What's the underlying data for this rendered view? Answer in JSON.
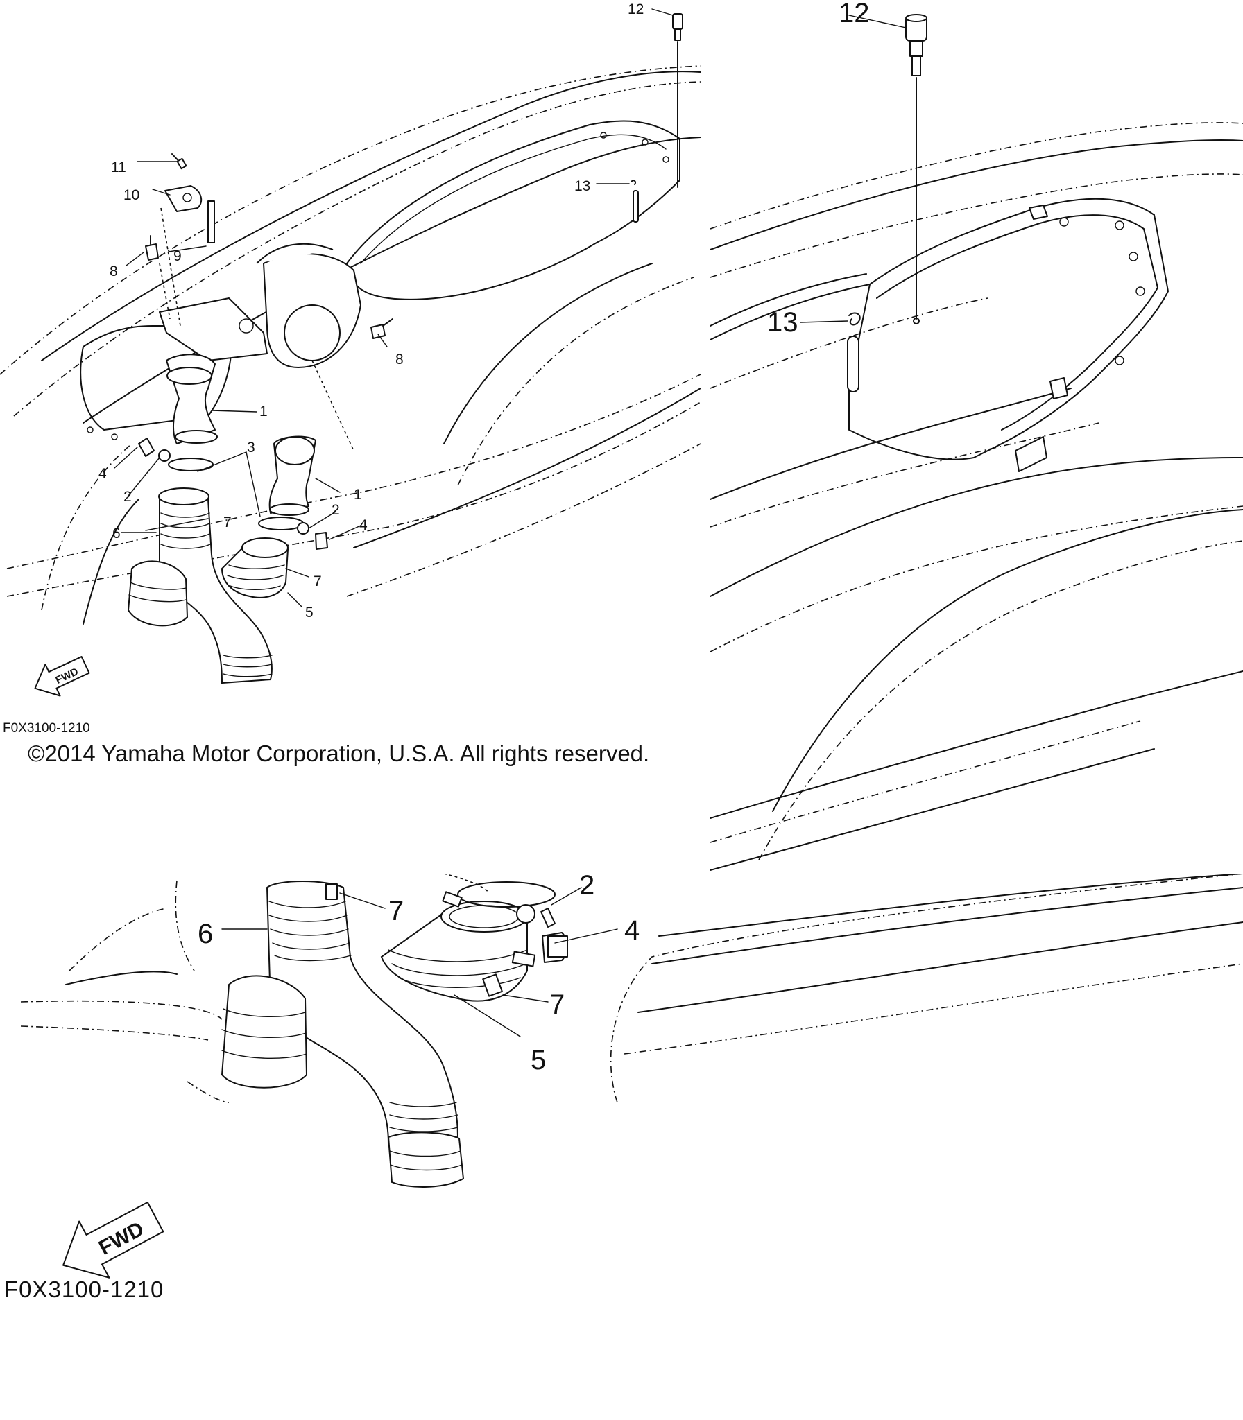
{
  "figure_code": "F0X3100-1210",
  "copyright": "©2014 Yamaha Motor Corporation, U.S.A. All rights reserved.",
  "direction_marker": "FWD",
  "callouts": [
    "1",
    "2",
    "3",
    "4",
    "5",
    "6",
    "7",
    "8",
    "9",
    "10",
    "11",
    "12",
    "13"
  ]
}
